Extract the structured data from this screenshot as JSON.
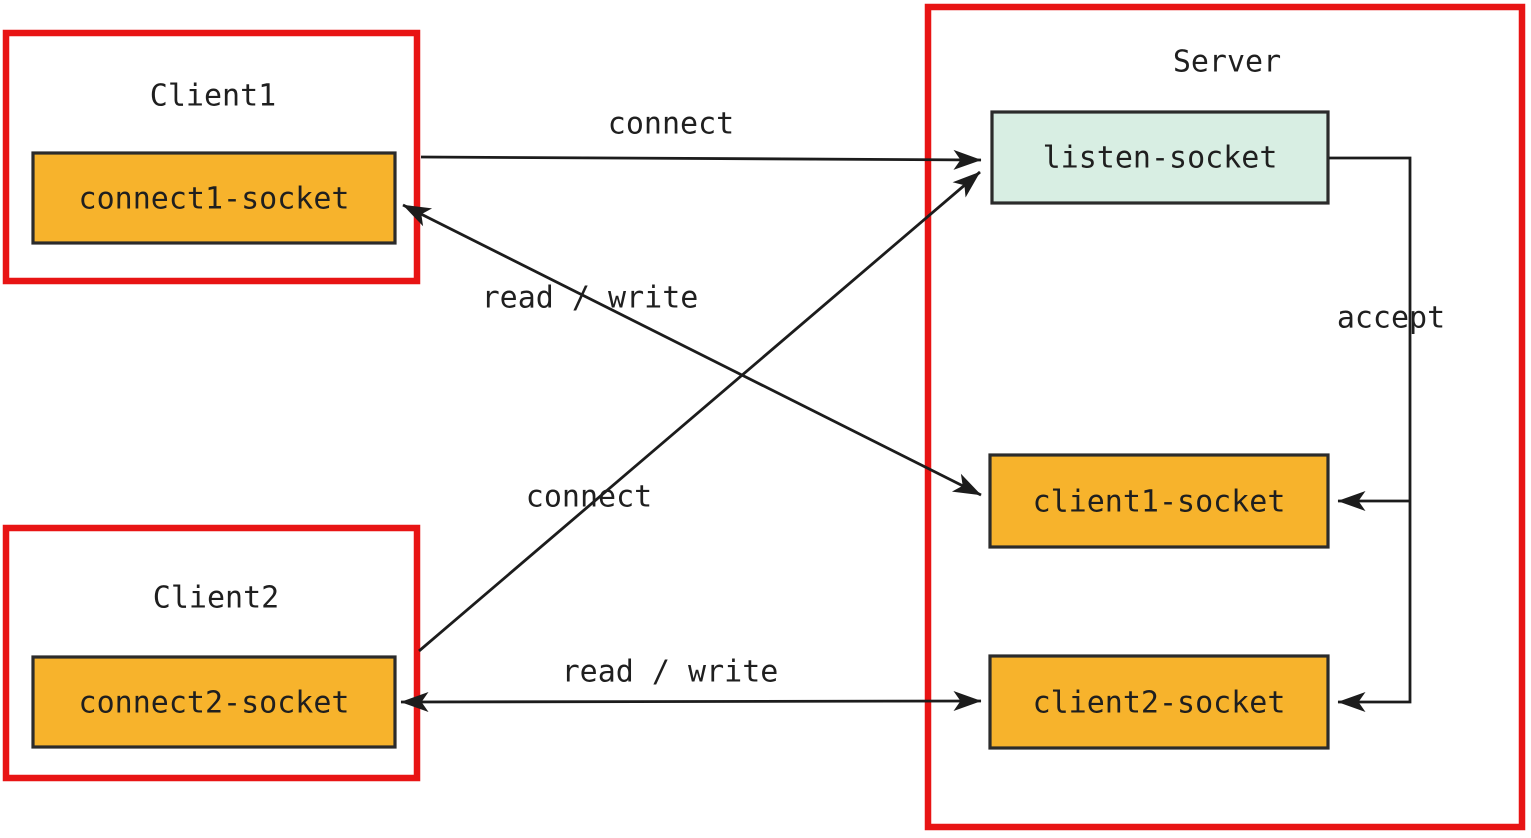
{
  "colors": {
    "red_border": "#e81414",
    "orange_fill": "#f7b32c",
    "mint_fill": "#d8eee3",
    "dark_border": "#2b2b2b",
    "arrow": "#1c1c1c",
    "text": "#1f1f1f",
    "background": "#ffffff"
  },
  "client1": {
    "title": "Client1",
    "socket_label": "connect1-socket"
  },
  "client2": {
    "title": "Client2",
    "socket_label": "connect2-socket"
  },
  "server": {
    "title": "Server",
    "listen_socket_label": "listen-socket",
    "client1_socket_label": "client1-socket",
    "client2_socket_label": "client2-socket"
  },
  "arrow_labels": {
    "connect_top": "connect",
    "read_write_top": "read / write",
    "connect_bottom": "connect",
    "read_write_bottom": "read / write",
    "accept": "accept"
  }
}
